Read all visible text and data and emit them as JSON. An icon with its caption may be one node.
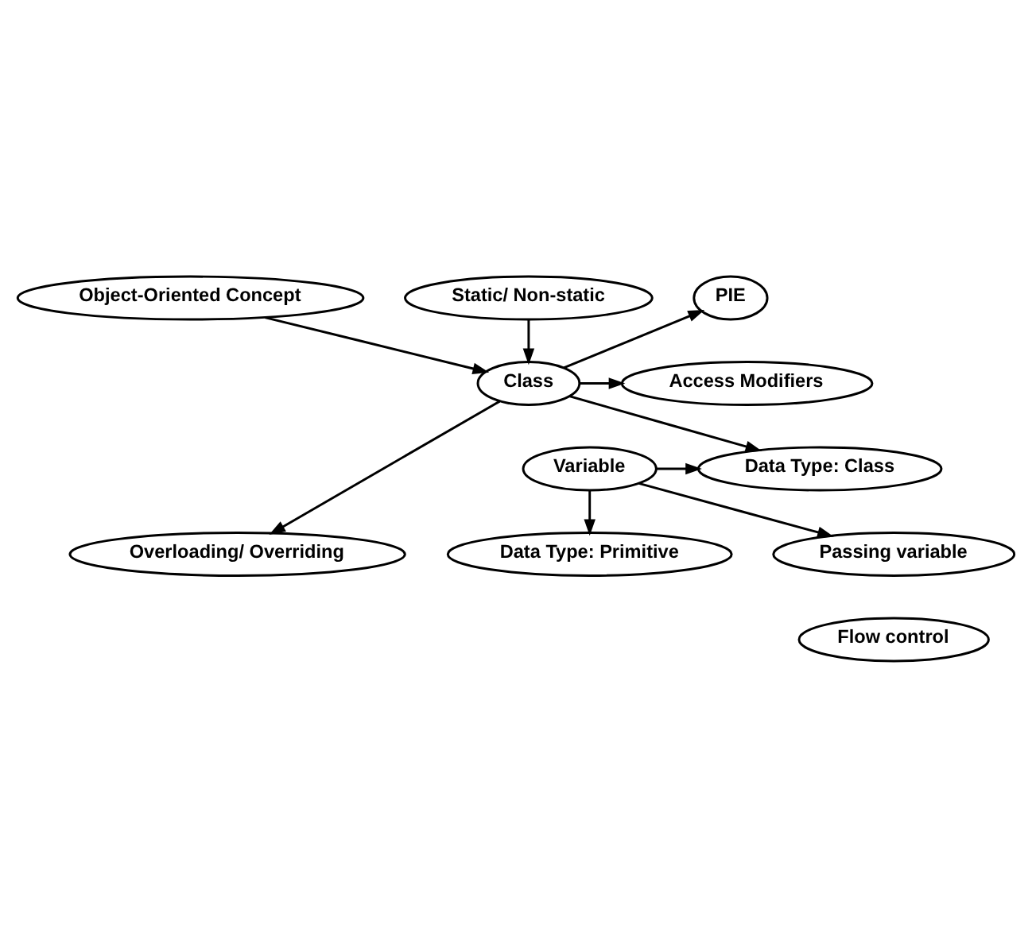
{
  "diagram": {
    "nodes": [
      {
        "text": [
          "Object-Oriented Concept"
        ]
      },
      {
        "text": [
          "Static/ Non-static"
        ]
      },
      {
        "text": [
          "PIE"
        ]
      },
      {
        "text": [
          "Class"
        ]
      },
      {
        "text": [
          "Access Modifiers"
        ]
      },
      {
        "text": [
          "Data Type: Primitive"
        ]
      },
      {
        "text": [
          "Overloading/ Overriding"
        ]
      },
      {
        "text": [
          "Data Type: Class"
        ]
      },
      {
        "text": [
          "Variable"
        ]
      },
      {
        "text": [
          "Passing variable"
        ]
      },
      {
        "text": [
          "Flow control"
        ]
      }
    ],
    "edges": [
      {
        "from": 0,
        "to": 3,
        "arrow": "to"
      },
      {
        "from": 1,
        "to": 3,
        "arrow": "to"
      },
      {
        "from": 3,
        "to": 2,
        "arrow": "to"
      },
      {
        "from": 3,
        "to": 4,
        "arrow": "to"
      },
      {
        "from": 3,
        "to": 6,
        "arrow": "to"
      },
      {
        "from": 3,
        "to": 7,
        "arrow": "to"
      },
      {
        "from": 8,
        "to": 5,
        "arrow": "to"
      },
      {
        "from": 8,
        "to": 7,
        "arrow": "to"
      },
      {
        "from": 8,
        "to": 9,
        "arrow": "to"
      }
    ]
  }
}
